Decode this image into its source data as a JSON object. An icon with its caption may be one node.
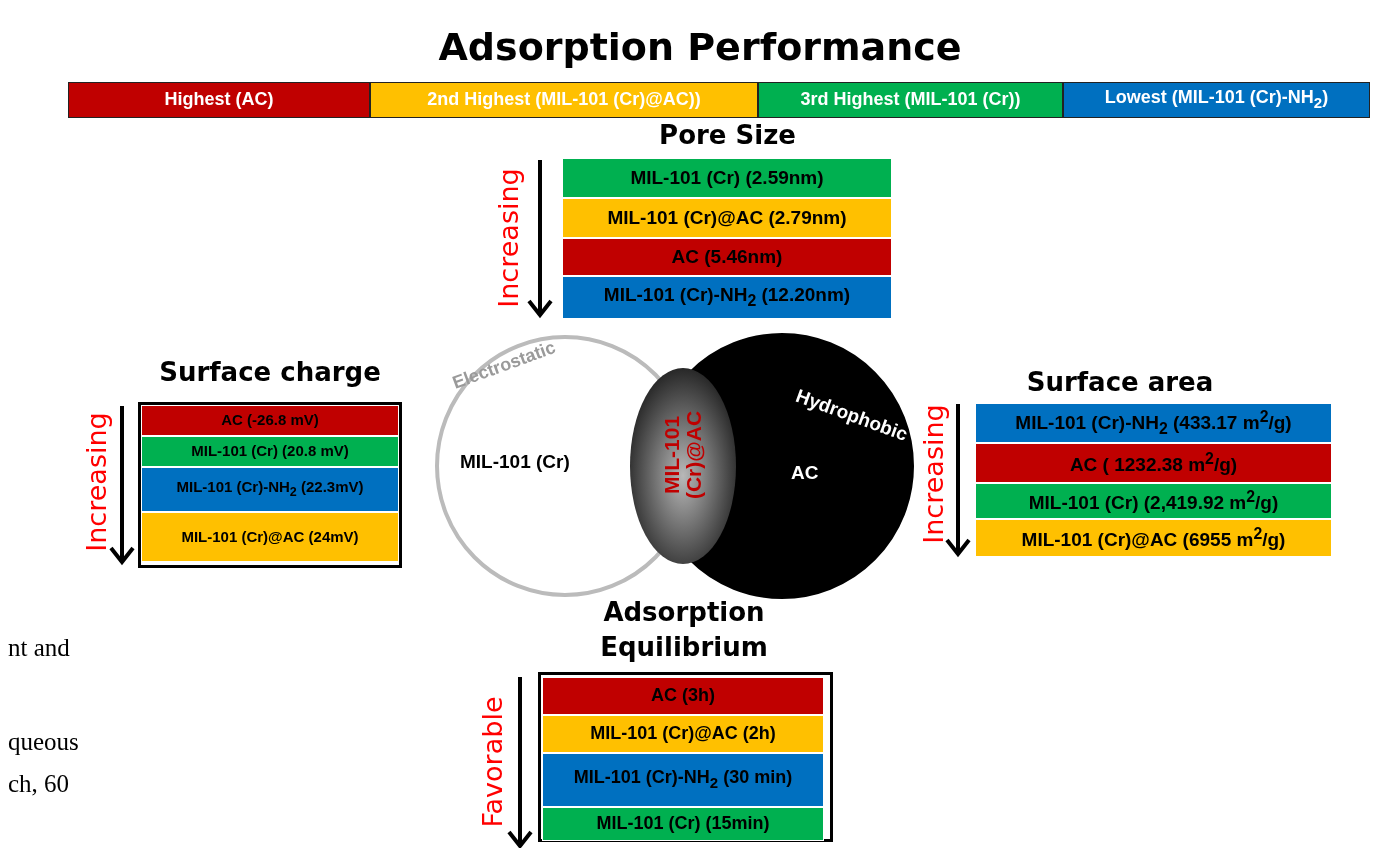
{
  "diagram": {
    "title": "Adsorption Performance",
    "nodes": [
      {
        "text": [
          "Pore Size"
        ]
      },
      {
        "text": [
          "MIL-101 (Cr) (2.59nm)"
        ],
        "in": 0
      },
      {
        "text": [
          "MIL-101 (Cr)@AC (2.79nm)"
        ],
        "in": 0
      },
      {
        "text": [
          "AC (5.46nm)"
        ],
        "in": 0
      },
      {
        "text": [
          "MIL-101 (Cr)-NH$_{2}$  (12.20nm)"
        ],
        "in": 0
      },
      {
        "text": [
          "Surface charge"
        ]
      },
      {
        "text": [
          "AC (-26.8 mV)"
        ],
        "in": 5
      },
      {
        "text": [
          "MIL-101 (Cr) (20.8 mV)"
        ],
        "in": 5
      },
      {
        "text": [
          "MIL-101 (Cr)-NH$_{2}$ (22.3mV)"
        ],
        "in": 5
      },
      {
        "text": [
          "MIL-101 (Cr)@AC (24mV)"
        ],
        "in": 5
      },
      {
        "text": [
          "Electrostatic",
          "MIL-101 (Cr)"
        ]
      },
      {
        "text": [
          "Hydrophobic",
          "AC"
        ]
      },
      {
        "text": [
          "MIL-101 (Cr)@AC"
        ]
      },
      {
        "text": [
          "Surface area"
        ]
      },
      {
        "text": [
          "MIL-101 (Cr)-NH$_{2}$ (433.17 m$^{2}$/g)"
        ],
        "in": 13
      },
      {
        "text": [
          "AC ( 1232.38 m$^{2}$/g)"
        ],
        "in": 13
      },
      {
        "text": [
          "MIL-101 (Cr) (2,419.92 m$^{2}$/g)"
        ],
        "in": 13
      },
      {
        "text": [
          "MIL-101 (Cr)@AC (6955 m$^{2}$/g)"
        ],
        "in": 13
      },
      {
        "text": [
          "Adsorption Equilibrium"
        ]
      },
      {
        "text": [
          "AC (3h)"
        ],
        "in": 18
      },
      {
        "text": [
          "MIL-101 (Cr)@AC (2h)"
        ],
        "in": 18
      },
      {
        "text": [
          "MIL-101 (Cr)-NH$_{2}$ (30  min)"
        ],
        "in": 18
      },
      {
        "text": [
          "MIL-101 (Cr) (15min)"
        ],
        "in": 18
      }
    ],
    "labels": [
      "Increasing",
      "Increasing",
      "Increasing",
      "Favorable",
      "nt and",
      "queous",
      "ch, 60"
    ],
    "legend": [
      {
        "text": "Highest (AC)",
        "color": "#c00000"
      },
      {
        "text": "2nd Highest (MIL-101 (Cr)@AC))",
        "color": "#ffc000"
      },
      {
        "text": "3rd Highest (MIL-101 (Cr))",
        "color": "#00b050"
      },
      {
        "text": "Lowest (MIL-101 (Cr)-NH$_{2}$)",
        "color": "#0070c0"
      }
    ]
  }
}
